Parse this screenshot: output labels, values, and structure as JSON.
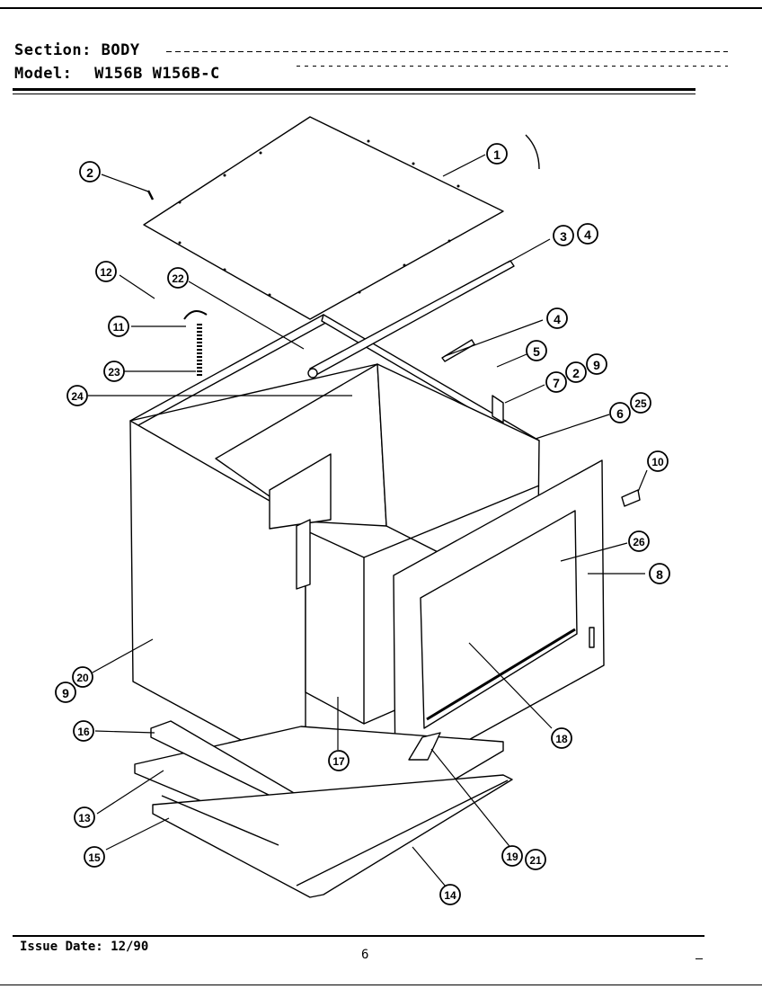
{
  "header": {
    "section_label": "Section:",
    "section_value": "BODY",
    "model_label": "Model:",
    "model_value": "W156B  W156B-C"
  },
  "footer": {
    "issue_date": "Issue Date: 12/90",
    "page_number": "6"
  },
  "callouts": [
    {
      "id": "c1",
      "label": "1"
    },
    {
      "id": "c2",
      "label": "2"
    },
    {
      "id": "c3",
      "label": "3"
    },
    {
      "id": "c4a",
      "label": "4"
    },
    {
      "id": "c4b",
      "label": "4"
    },
    {
      "id": "c5",
      "label": "5"
    },
    {
      "id": "c7",
      "label": "7"
    },
    {
      "id": "c2b",
      "label": "2"
    },
    {
      "id": "c9a",
      "label": "9"
    },
    {
      "id": "c6",
      "label": "6"
    },
    {
      "id": "c25",
      "label": "25"
    },
    {
      "id": "c12",
      "label": "12"
    },
    {
      "id": "c22",
      "label": "22"
    },
    {
      "id": "c11",
      "label": "11"
    },
    {
      "id": "c23",
      "label": "23"
    },
    {
      "id": "c24",
      "label": "24"
    },
    {
      "id": "c10",
      "label": "10"
    },
    {
      "id": "c26",
      "label": "26"
    },
    {
      "id": "c8",
      "label": "8"
    },
    {
      "id": "c20",
      "label": "20"
    },
    {
      "id": "c9b",
      "label": "9"
    },
    {
      "id": "c16",
      "label": "16"
    },
    {
      "id": "c17",
      "label": "17"
    },
    {
      "id": "c18",
      "label": "18"
    },
    {
      "id": "c13",
      "label": "13"
    },
    {
      "id": "c15",
      "label": "15"
    },
    {
      "id": "c19",
      "label": "19"
    },
    {
      "id": "c21",
      "label": "21"
    },
    {
      "id": "c14",
      "label": "14"
    }
  ]
}
